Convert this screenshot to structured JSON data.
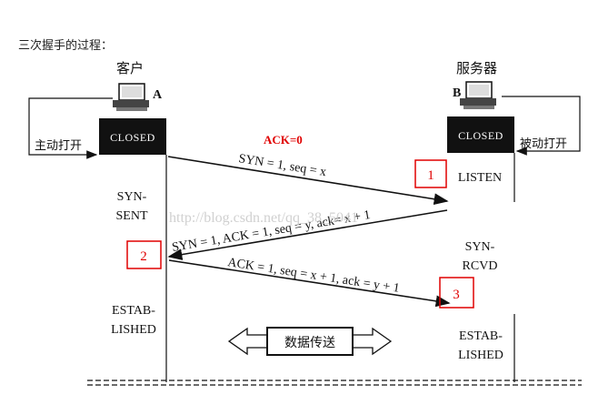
{
  "caption": "三次握手的过程：",
  "client": {
    "title": "客户",
    "host_label": "A",
    "state_closed": "CLOSED",
    "open_action": "主动打开",
    "state_syn_sent": [
      "SYN-",
      "SENT"
    ],
    "state_established": [
      "ESTAB-",
      "LISHED"
    ]
  },
  "server": {
    "title": "服务器",
    "host_label": "B",
    "state_closed": "CLOSED",
    "open_action": "被动打开",
    "state_listen": "LISTEN",
    "state_syn_rcvd": [
      "SYN-",
      "RCVD"
    ],
    "state_established": [
      "ESTAB-",
      "LISHED"
    ]
  },
  "messages": {
    "ack_flag": "ACK=0",
    "msg1": "SYN = 1, seq = x",
    "msg2": "SYN = 1, ACK = 1, seq = y, ack= x + 1",
    "msg3": "ACK = 1, seq = x + 1, ack = y + 1"
  },
  "markers": [
    "1",
    "2",
    "3"
  ],
  "data_transfer": "数据传送",
  "watermark": "http://blog.csdn.net/qq_38_5041",
  "colors": {
    "marker": "#e00000",
    "ack_flag": "#e00000",
    "line": "#111111"
  }
}
